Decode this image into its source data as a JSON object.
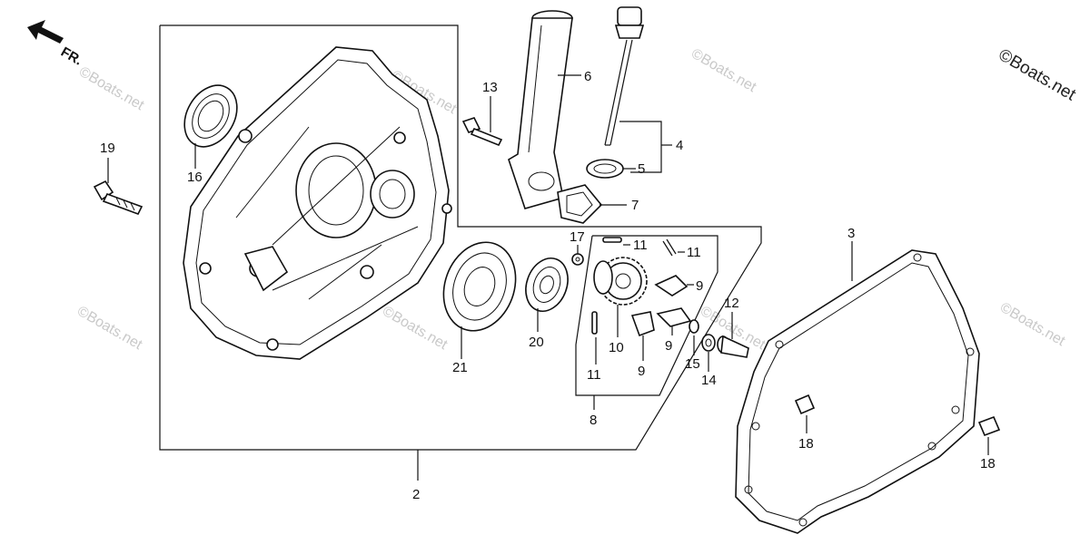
{
  "direction_label": "FR.",
  "watermark_corner": "©Boats.net",
  "watermark": "©Boats.net",
  "callouts": {
    "c2": "2",
    "c3": "3",
    "c4": "4",
    "c5": "5",
    "c6": "6",
    "c7": "7",
    "c8": "8",
    "c9a": "9",
    "c9b": "9",
    "c9c": "9",
    "c10": "10",
    "c11a": "11",
    "c11b": "11",
    "c11c": "11",
    "c12": "12",
    "c13": "13",
    "c14": "14",
    "c15": "15",
    "c16": "16",
    "c17": "17",
    "c18a": "18",
    "c18b": "18",
    "c19": "19",
    "c20": "20",
    "c21": "21"
  }
}
